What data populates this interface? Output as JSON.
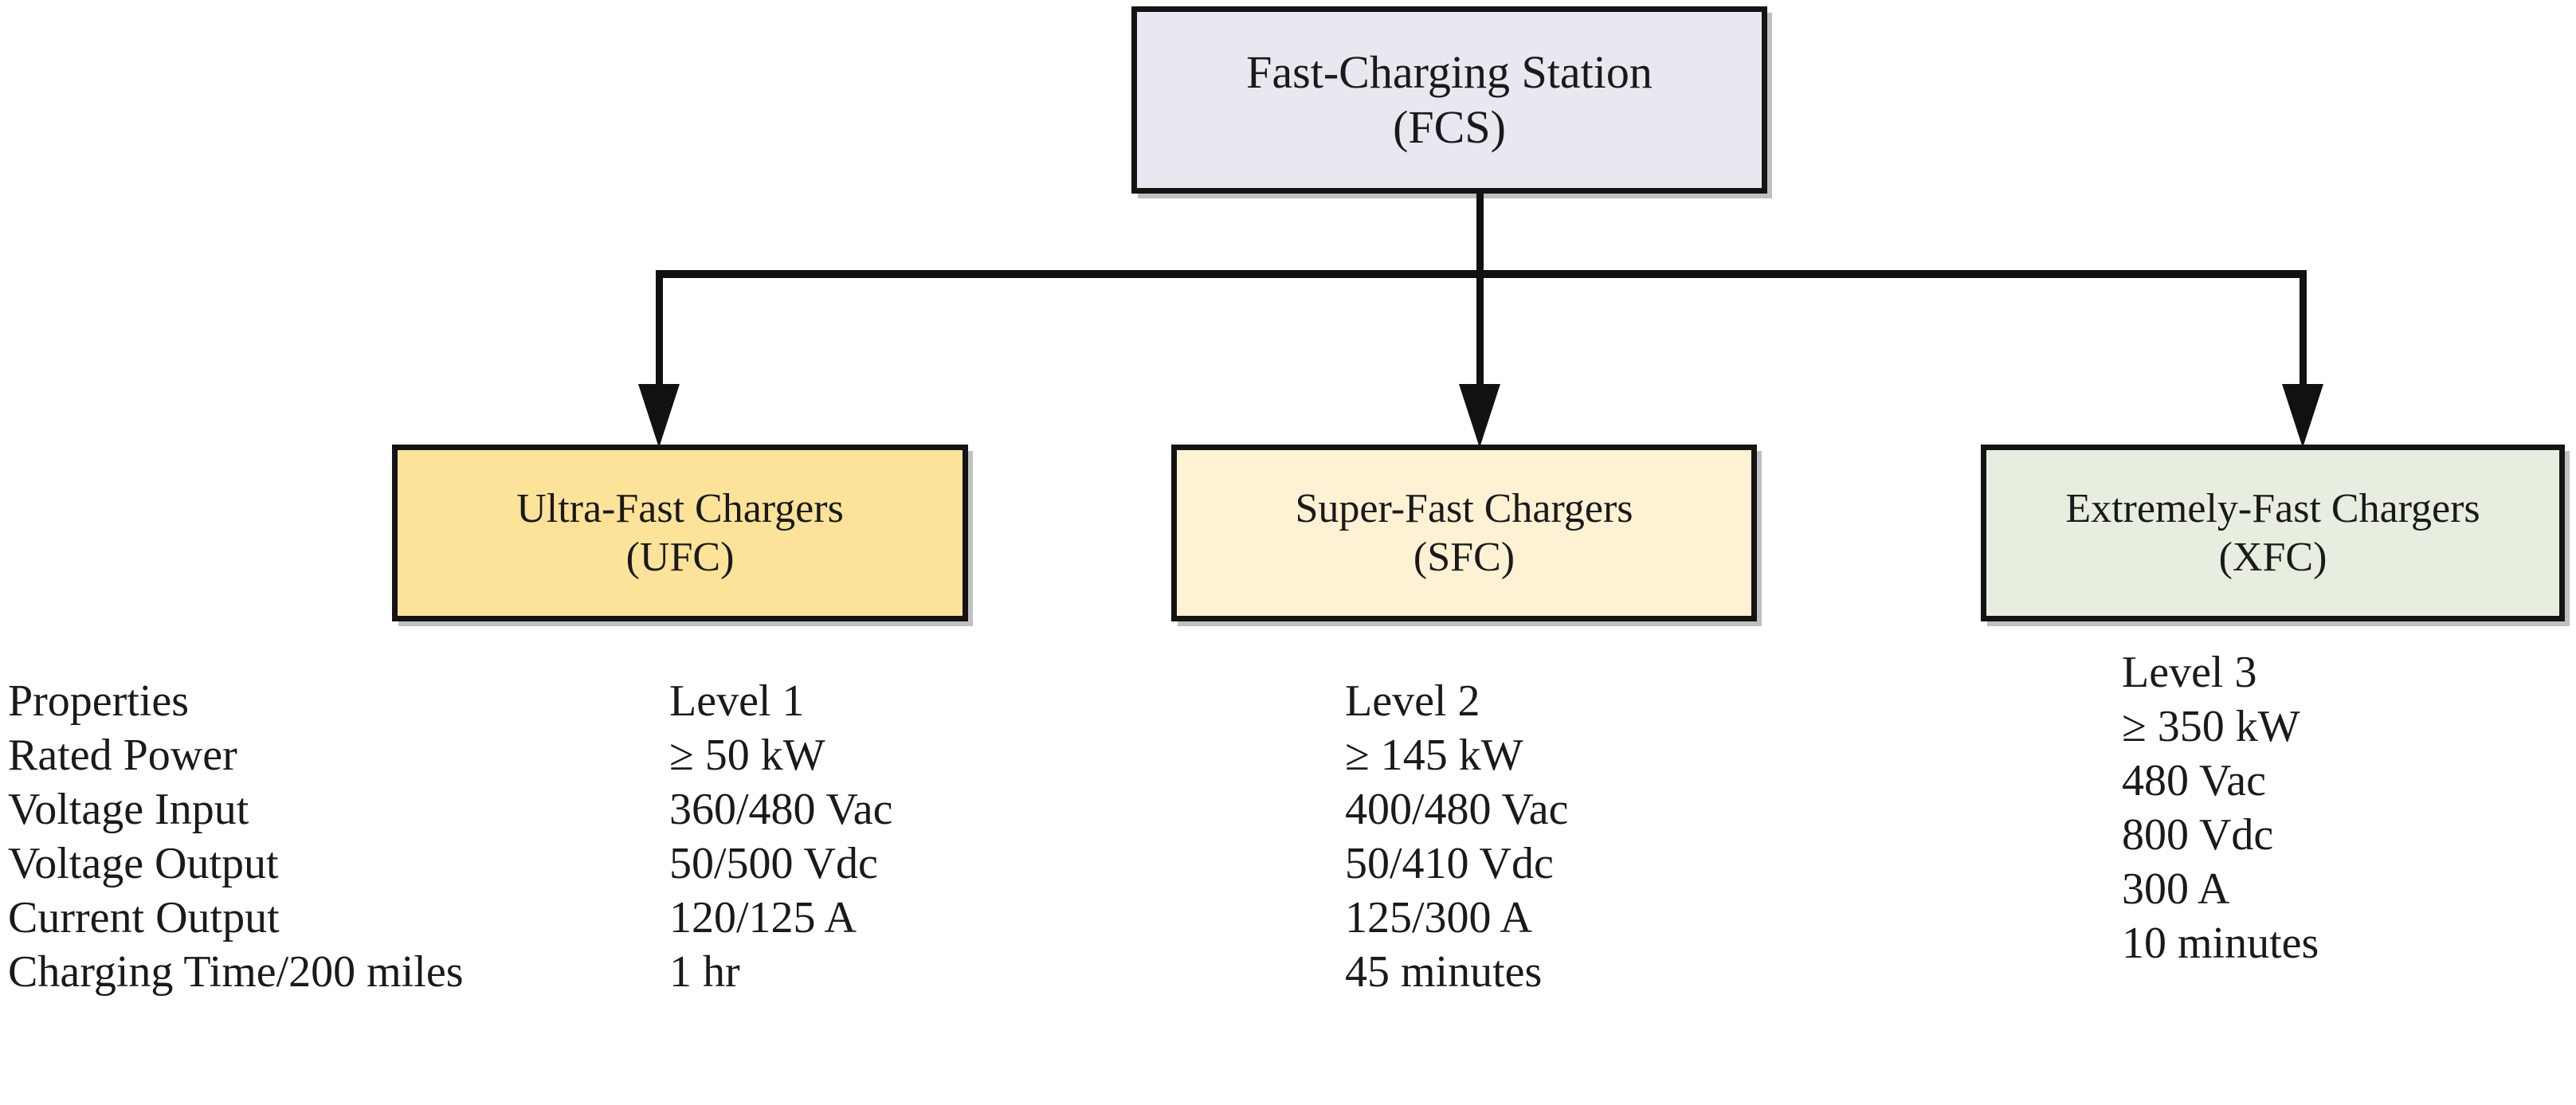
{
  "diagram": {
    "root": {
      "line1": "Fast-Charging Station",
      "line2": "(FCS)",
      "fill": "#EAE7F0"
    },
    "children": [
      {
        "line1": "Ultra-Fast Chargers",
        "line2": "(UFC)",
        "fill": "#FDE39A"
      },
      {
        "line1": "Super-Fast Chargers",
        "line2": "(SFC)",
        "fill": "#FEF1D4"
      },
      {
        "line1": "Extremely-Fast Chargers",
        "line2": "(XFC)",
        "fill": "#E8EEDF"
      }
    ]
  },
  "table": {
    "property_labels": [
      "Properties",
      "Rated Power",
      "Voltage Input",
      "Voltage Output",
      "Current Output",
      "Charging Time/200 miles"
    ],
    "columns": [
      {
        "charger": "UFC",
        "values": [
          "Level 1",
          "≥ 50 kW",
          "360/480 Vac",
          "50/500 Vdc",
          "120/125 A",
          "1 hr"
        ]
      },
      {
        "charger": "SFC",
        "values": [
          "Level 2",
          "≥ 145 kW",
          "400/480 Vac",
          "50/410 Vdc",
          "125/300 A",
          "45 minutes"
        ]
      },
      {
        "charger": "XFC",
        "values": [
          "Level 3",
          "≥ 350 kW",
          "480 Vac",
          "800 Vdc",
          "300 A",
          "10 minutes"
        ]
      }
    ]
  },
  "colors": {
    "border": "#141414",
    "connector": "#111111",
    "background": "#FFFFFF",
    "text": "#1A1A1A"
  }
}
